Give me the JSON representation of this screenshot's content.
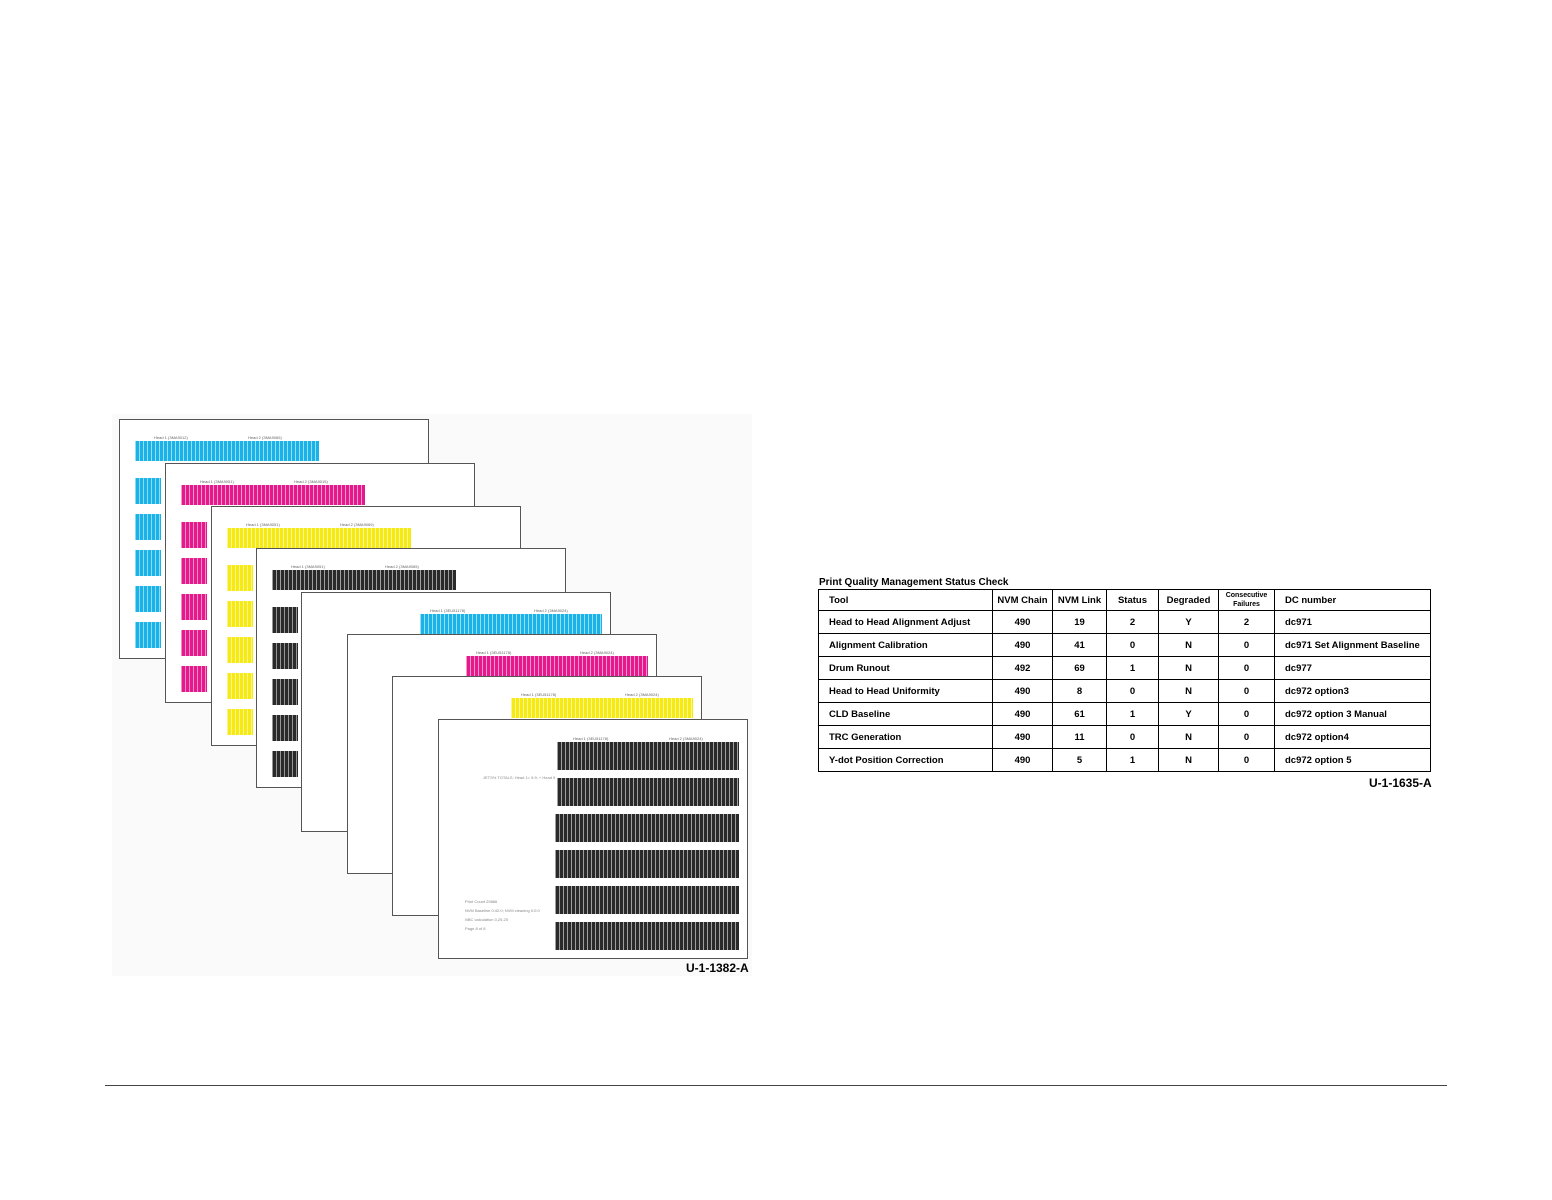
{
  "figure_left": {
    "id": "U-1-1382-A",
    "sheets": [
      {
        "color": "#1ab3e8",
        "layout": "top-left",
        "head1": "Head 1 (3MA9012)",
        "head2": "Head 2 (3MA9065)"
      },
      {
        "color": "#e6198c",
        "layout": "top-left",
        "head1": "Head 1 (3MA9051)",
        "head2": "Head 2 (3MA9015)"
      },
      {
        "color": "#f5ea14",
        "layout": "top-left",
        "head1": "Head 1 (3MA9051)",
        "head2": "Head 2 (3MA9069)"
      },
      {
        "color": "#2a2a2a",
        "layout": "top-left",
        "head1": "Head 1 (3MA9051)",
        "head2": "Head 2 (3MA9065)"
      },
      {
        "color": "#1ab3e8",
        "layout": "top-right",
        "head1": "Head 1 (3EU51178)",
        "head2": "Head 2 (3MA9024)"
      },
      {
        "color": "#e6198c",
        "layout": "top-right",
        "head1": "Head 1 (3EU51178)",
        "head2": "Head 2 (3MA9024)"
      },
      {
        "color": "#f5ea14",
        "layout": "top-right",
        "head1": "Head 1 (3EU51178)",
        "head2": "Head 2 (3MA9024)"
      },
      {
        "color": "#2a2a2a",
        "layout": "full",
        "head1": "Head 1 (3EU51178)",
        "head2": "Head 2 (3MA9024)",
        "note": "JETS% TOTALS: Head 1= 9.9; + Head 9",
        "footer": [
          "Print Count 29886",
          "NVM Baseline 0:42:0; NVM cleaning 0:0:0",
          "NBC calculation 0,25,25",
          "Page 8 of 8"
        ]
      }
    ]
  },
  "table": {
    "title": "Print Quality Management Status Check",
    "id": "U-1-1635-A",
    "headers": [
      "Tool",
      "NVM Chain",
      "NVM Link",
      "Status",
      "Degraded",
      "Consecutive Failures",
      "DC number"
    ],
    "rows": [
      [
        "Head to Head Alignment Adjust",
        "490",
        "19",
        "2",
        "Y",
        "2",
        "dc971"
      ],
      [
        "Alignment Calibration",
        "490",
        "41",
        "0",
        "N",
        "0",
        "dc971 Set Alignment Baseline"
      ],
      [
        "Drum Runout",
        "492",
        "69",
        "1",
        "N",
        "0",
        "dc977"
      ],
      [
        "Head to Head Uniformity",
        "490",
        "8",
        "0",
        "N",
        "0",
        "dc972 option3"
      ],
      [
        "CLD Baseline",
        "490",
        "61",
        "1",
        "Y",
        "0",
        "dc972 option 3 Manual"
      ],
      [
        "TRC Generation",
        "490",
        "11",
        "0",
        "N",
        "0",
        "dc972 option4"
      ],
      [
        "Y-dot Position Correction",
        "490",
        "5",
        "1",
        "N",
        "0",
        "dc972 option 5"
      ]
    ]
  }
}
